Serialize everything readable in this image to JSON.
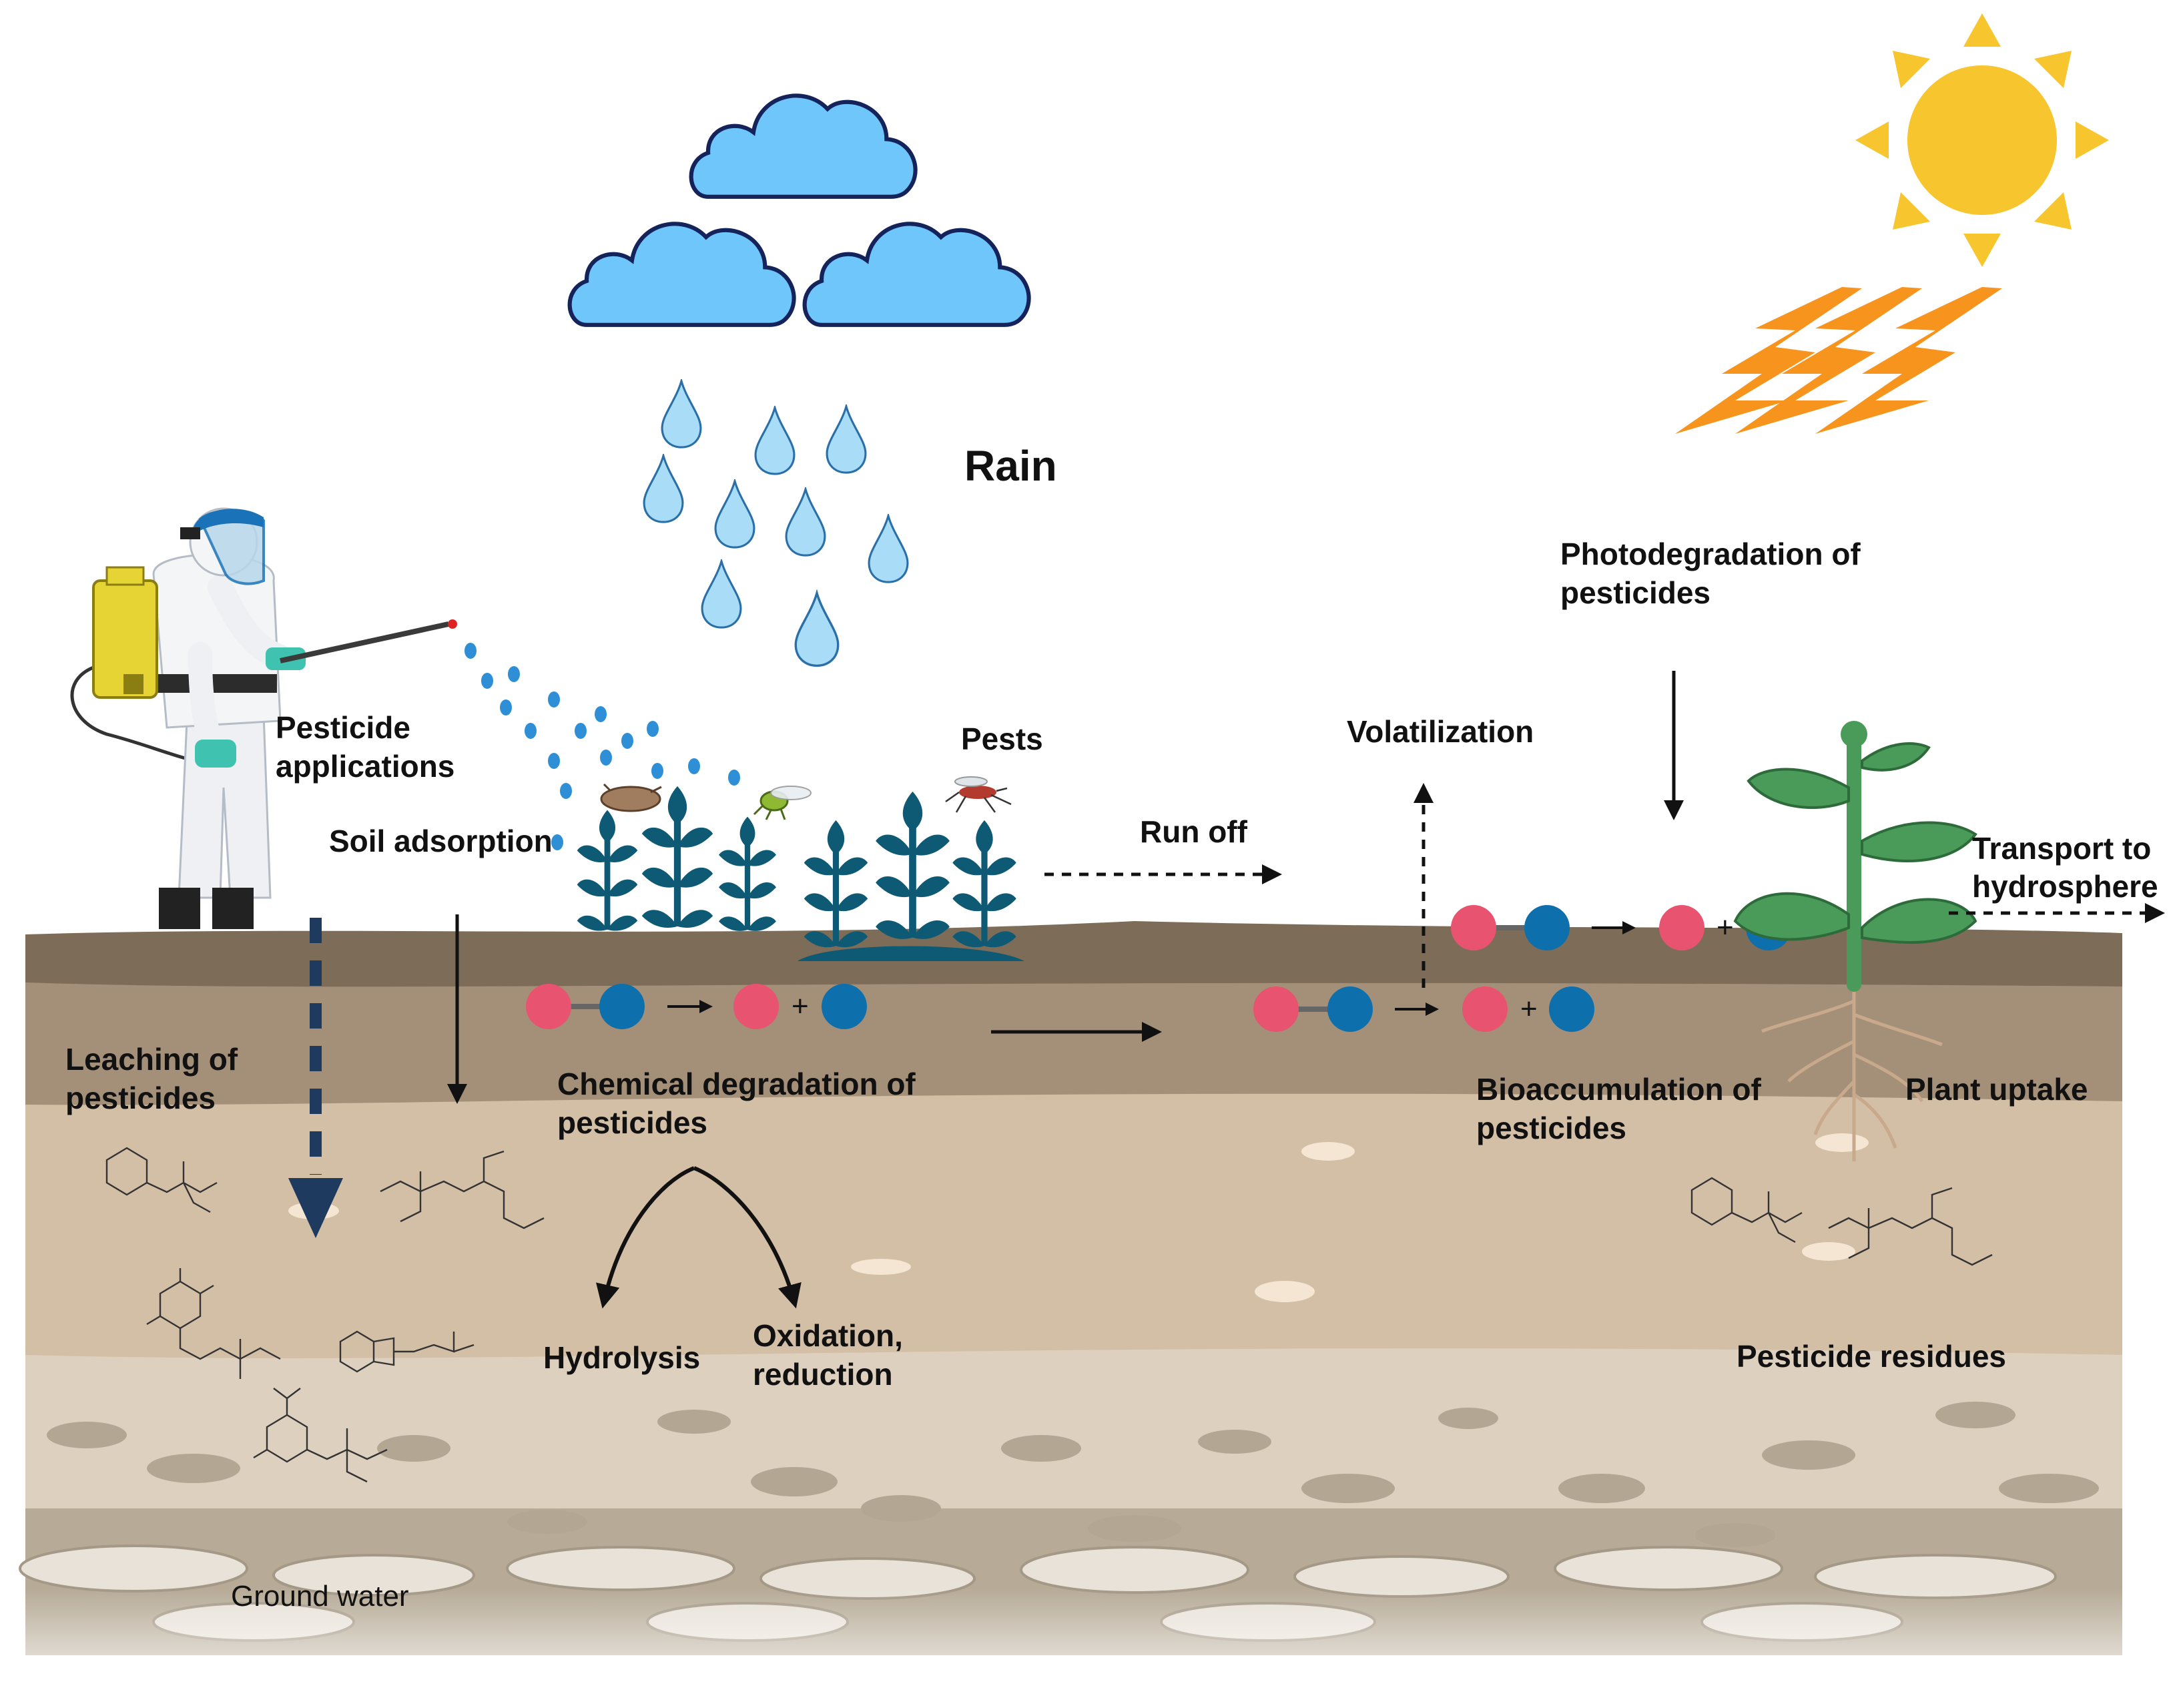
{
  "labels": {
    "rain": "Rain",
    "photodegradation": [
      "Photodegradation of",
      "pesticides"
    ],
    "volatilization": "Volatilization",
    "pests": "Pests",
    "pesticide_applications": [
      "Pesticide",
      "applications"
    ],
    "soil_adsorption": "Soil adsorption",
    "run_off": "Run off",
    "transport_hydrosphere": [
      "Transport to",
      "hydrosphere"
    ],
    "leaching": [
      "Leaching of",
      "pesticides"
    ],
    "chemical_degradation": [
      "Chemical degradation of",
      "pesticides"
    ],
    "bioaccumulation": [
      "Bioaccumulation of",
      "pesticides"
    ],
    "plant_uptake": "Plant uptake",
    "hydrolysis": "Hydrolysis",
    "oxidation_reduction": [
      "Oxidation,",
      "reduction"
    ],
    "pesticide_residues": "Pesticide residues",
    "ground_water": "Ground water"
  },
  "reaction_symbols": {
    "plus": "+"
  },
  "colors": {
    "cloud": "#6ec6fb",
    "cloud_outline": "#14235a",
    "raindrop": "#a9ddf7",
    "sun": "#f7c52e",
    "lightning": "#f7941d",
    "soil_top": "#7d6c57",
    "soil_upper": "#a48f79",
    "soil_mid": "#d3bea6",
    "soil_lower": "#ddd0bf",
    "bedrock": "#b7ab97",
    "plant_crop": "#0e5a74",
    "plant_green": "#4a9a5a",
    "molecule_pink": "#e8536f",
    "molecule_blue": "#0e6fad",
    "spray_drop": "#2f8fd6",
    "leaching_arrow": "#1e3a5f",
    "sprayer_tank": "#e6d434",
    "visor": "#1a73b8",
    "glove": "#3fc3b0"
  },
  "icons": [
    "cloud-icon",
    "raindrop-icon",
    "sun-icon",
    "lightning-icon",
    "farmer-sprayer-icon",
    "crop-plant-icon",
    "moth-icon",
    "aphid-icon",
    "mosquito-icon",
    "green-plant-icon",
    "molecule-icon",
    "chemical-structure-icon"
  ]
}
